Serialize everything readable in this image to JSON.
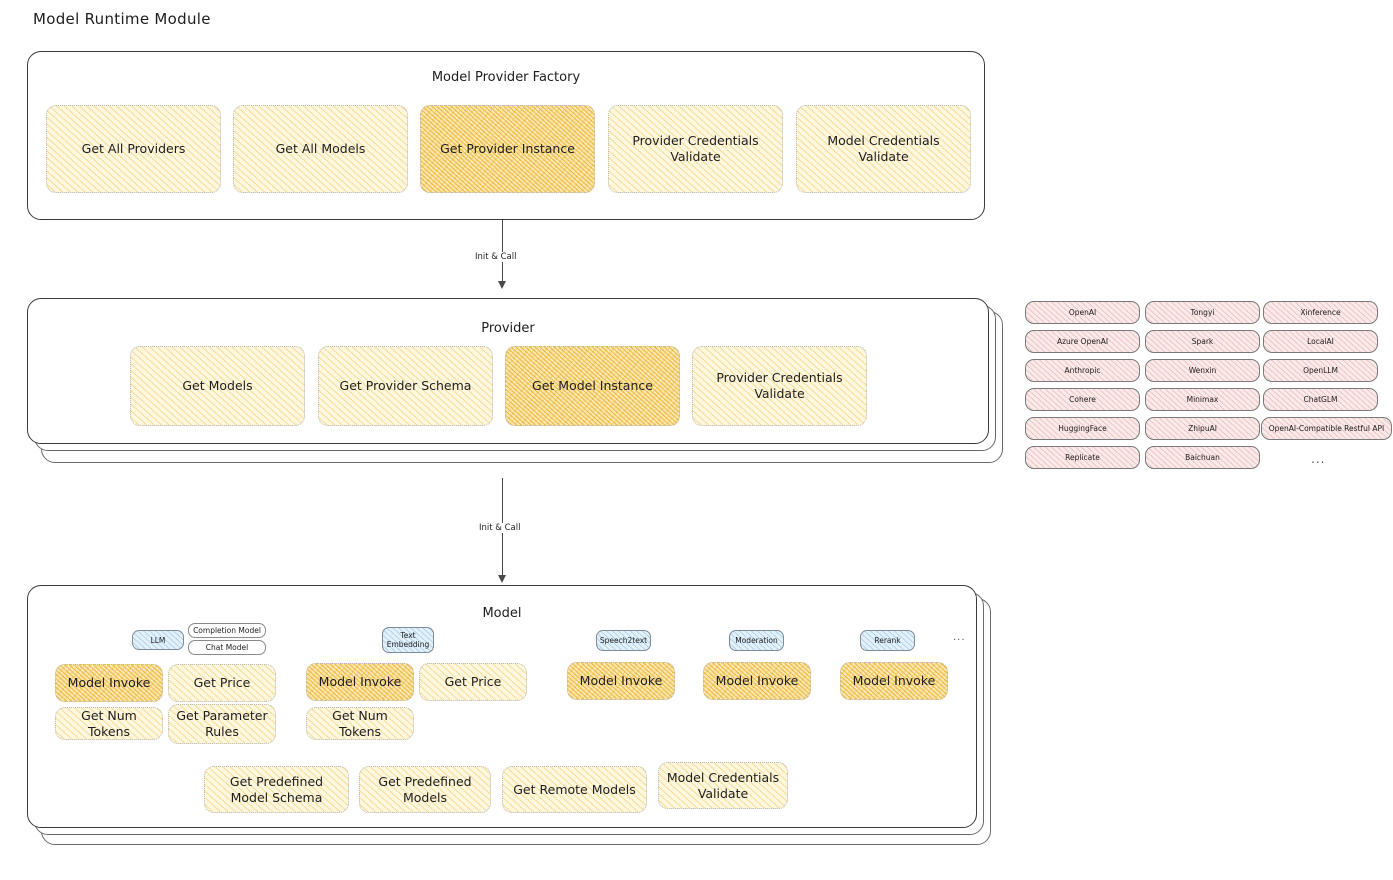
{
  "page": {
    "title": "Model Runtime Module"
  },
  "factory": {
    "title": "Model Provider Factory",
    "nodes": [
      {
        "label": "Get All Providers",
        "highlight": false
      },
      {
        "label": "Get All Models",
        "highlight": false
      },
      {
        "label": "Get Provider Instance",
        "highlight": true
      },
      {
        "label": "Provider Credentials Validate",
        "highlight": false
      },
      {
        "label": "Model Credentials Validate",
        "highlight": false
      }
    ]
  },
  "arrows": [
    {
      "label": "Init & Call"
    },
    {
      "label": "Init & Call"
    }
  ],
  "provider": {
    "title": "Provider",
    "nodes": [
      {
        "label": "Get Models",
        "highlight": false
      },
      {
        "label": "Get Provider Schema",
        "highlight": false
      },
      {
        "label": "Get Model Instance",
        "highlight": true
      },
      {
        "label": "Provider Credentials Validate",
        "highlight": false
      }
    ]
  },
  "provider_list": {
    "columns": [
      [
        "OpenAI",
        "Azure OpenAI",
        "Anthropic",
        "Cohere",
        "HuggingFace",
        "Replicate"
      ],
      [
        "Tongyi",
        "Spark",
        "Wenxin",
        "Minimax",
        "ZhipuAI",
        "Baichuan"
      ],
      [
        "Xinference",
        "LocalAI",
        "OpenLLM",
        "ChatGLM",
        "OpenAI-Compatible Restful API"
      ]
    ],
    "more": "..."
  },
  "model": {
    "title": "Model",
    "more": "...",
    "types": [
      {
        "name": "LLM",
        "sub": [
          "Completion Model",
          "Chat Model"
        ]
      },
      {
        "name": "Text Embedding",
        "sub": []
      },
      {
        "name": "Speech2text",
        "sub": []
      },
      {
        "name": "Moderation",
        "sub": []
      },
      {
        "name": "Rerank",
        "sub": []
      }
    ],
    "methods": {
      "llm": [
        {
          "label": "Model Invoke",
          "highlight": true
        },
        {
          "label": "Get Price",
          "highlight": false
        },
        {
          "label": "Get Num Tokens",
          "highlight": false
        },
        {
          "label": "Get Parameter Rules",
          "highlight": false
        }
      ],
      "text_embedding": [
        {
          "label": "Model Invoke",
          "highlight": true
        },
        {
          "label": "Get Price",
          "highlight": false
        },
        {
          "label": "Get Num Tokens",
          "highlight": false
        }
      ],
      "speech2text": [
        {
          "label": "Model Invoke",
          "highlight": true
        }
      ],
      "moderation": [
        {
          "label": "Model Invoke",
          "highlight": true
        }
      ],
      "rerank": [
        {
          "label": "Model Invoke",
          "highlight": true
        }
      ],
      "common": [
        {
          "label": "Get Predefined Model Schema",
          "highlight": false
        },
        {
          "label": "Get Predefined Models",
          "highlight": false
        },
        {
          "label": "Get Remote Models",
          "highlight": false
        },
        {
          "label": "Model Credentials Validate",
          "highlight": false
        }
      ]
    }
  },
  "colors": {
    "node_light": "#fdf7e0",
    "node_highlight": "#fbe8b4",
    "pill_pink": "#fbeaea",
    "tag_blue": "#e3f1fb",
    "stroke": "#3b3b3b"
  }
}
